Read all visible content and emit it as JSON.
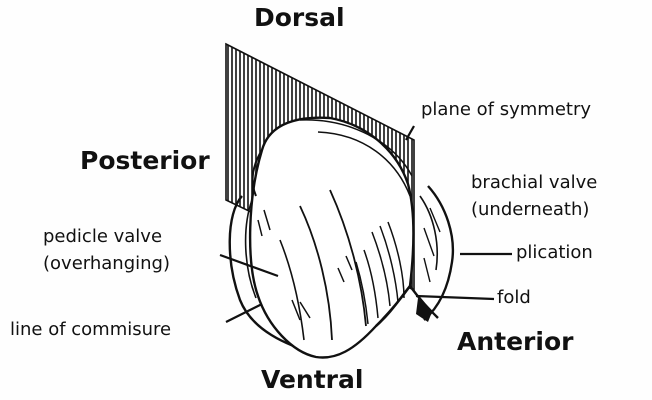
{
  "orientation": {
    "dorsal": "Dorsal",
    "ventral": "Ventral",
    "posterior": "Posterior",
    "anterior": "Anterior"
  },
  "features": {
    "plane_of_symmetry": "plane of symmetry",
    "brachial_valve": [
      "brachial valve",
      "(underneath)"
    ],
    "plication": "plication",
    "fold": "fold",
    "pedicle_valve": [
      "pedicle valve",
      "(overhanging)"
    ],
    "line_of_commissure": "line of commisure"
  }
}
